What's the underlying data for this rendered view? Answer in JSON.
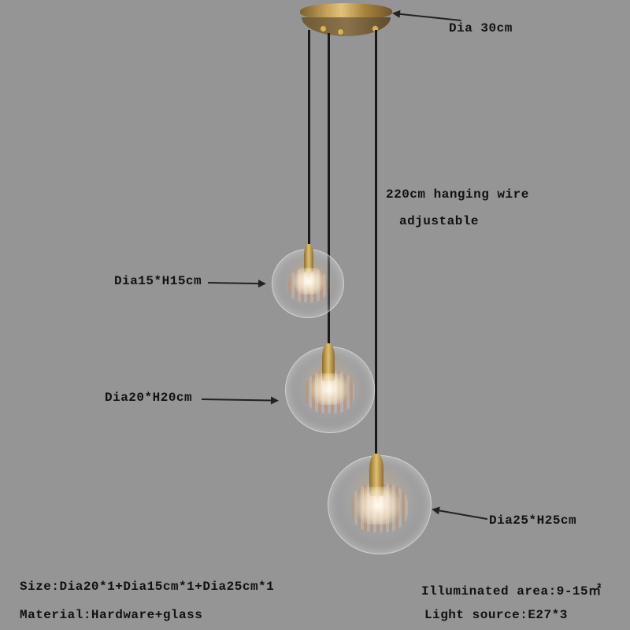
{
  "product": {
    "type": "3-light glass globe pendant lamp",
    "colors": {
      "background": "#959595",
      "canopy_brass": "#c9a45a",
      "wire": "#1a1a1a",
      "text": "#111111"
    }
  },
  "annotations": {
    "canopy": "Dia 30cm",
    "wire_line1": "220cm hanging wire",
    "wire_line2": "adjustable",
    "small_globe": "Dia15*H15cm",
    "medium_globe": "Dia20*H20cm",
    "large_globe": "Dia25*H25cm"
  },
  "specs": {
    "size": "Size:Dia20*1+Dia15cm*1+Dia25cm*1",
    "material": "Material:Hardware+glass",
    "illuminated_area": "Illuminated area:9-15㎡",
    "light_source": "Light source:E27*3"
  }
}
